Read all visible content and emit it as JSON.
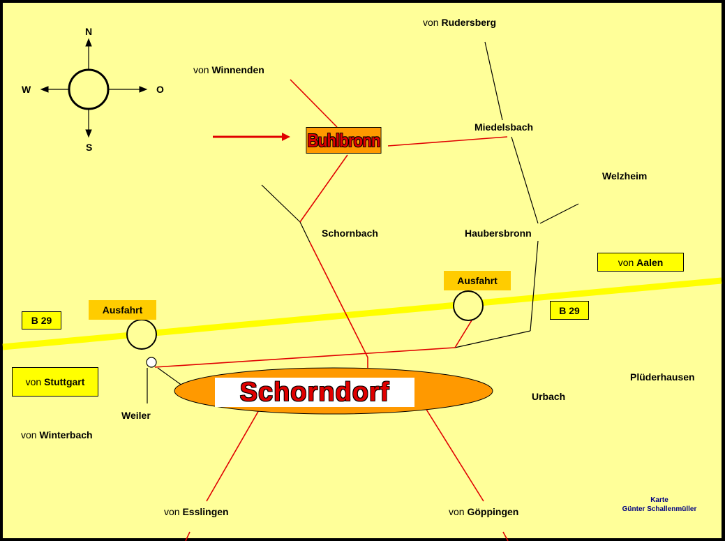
{
  "compass": {
    "north": "N",
    "south": "S",
    "west": "W",
    "east": "O"
  },
  "places": {
    "rudersberg": {
      "prefix": "von ",
      "name": "Rudersberg"
    },
    "winnenden": {
      "prefix": "von ",
      "name": "Winnenden"
    },
    "miedelsbach": "Miedelsbach",
    "welzheim": "Welzheim",
    "schornbach": "Schornbach",
    "haubersbronn": "Haubersbronn",
    "weiler": "Weiler",
    "urbach": "Urbach",
    "pluederhausen": "Plüderhausen",
    "winterbach": {
      "prefix": "von ",
      "name": "Winterbach"
    },
    "esslingen": {
      "prefix": "von ",
      "name": "Esslingen"
    },
    "goeppingen": {
      "prefix": "von ",
      "name": "Göppingen"
    }
  },
  "boxes": {
    "aalen": {
      "prefix": "von ",
      "name": "Aalen"
    },
    "stuttgart": {
      "prefix": "von ",
      "name": "Stuttgart"
    },
    "b29_west": "B 29",
    "b29_east": "B 29",
    "ausfahrt_west": "Ausfahrt",
    "ausfahrt_east": "Ausfahrt"
  },
  "destination": "Buhlbronn",
  "town": "Schorndorf",
  "credit": {
    "line1": "Karte",
    "line2": "Günter Schallenmüller"
  },
  "colors": {
    "background": "#ffff99",
    "highway": "#ffff00",
    "main_road": "#e00000",
    "minor_road": "#000000",
    "town_fill": "#ff9900",
    "exit_fill": "#ffcc00"
  }
}
